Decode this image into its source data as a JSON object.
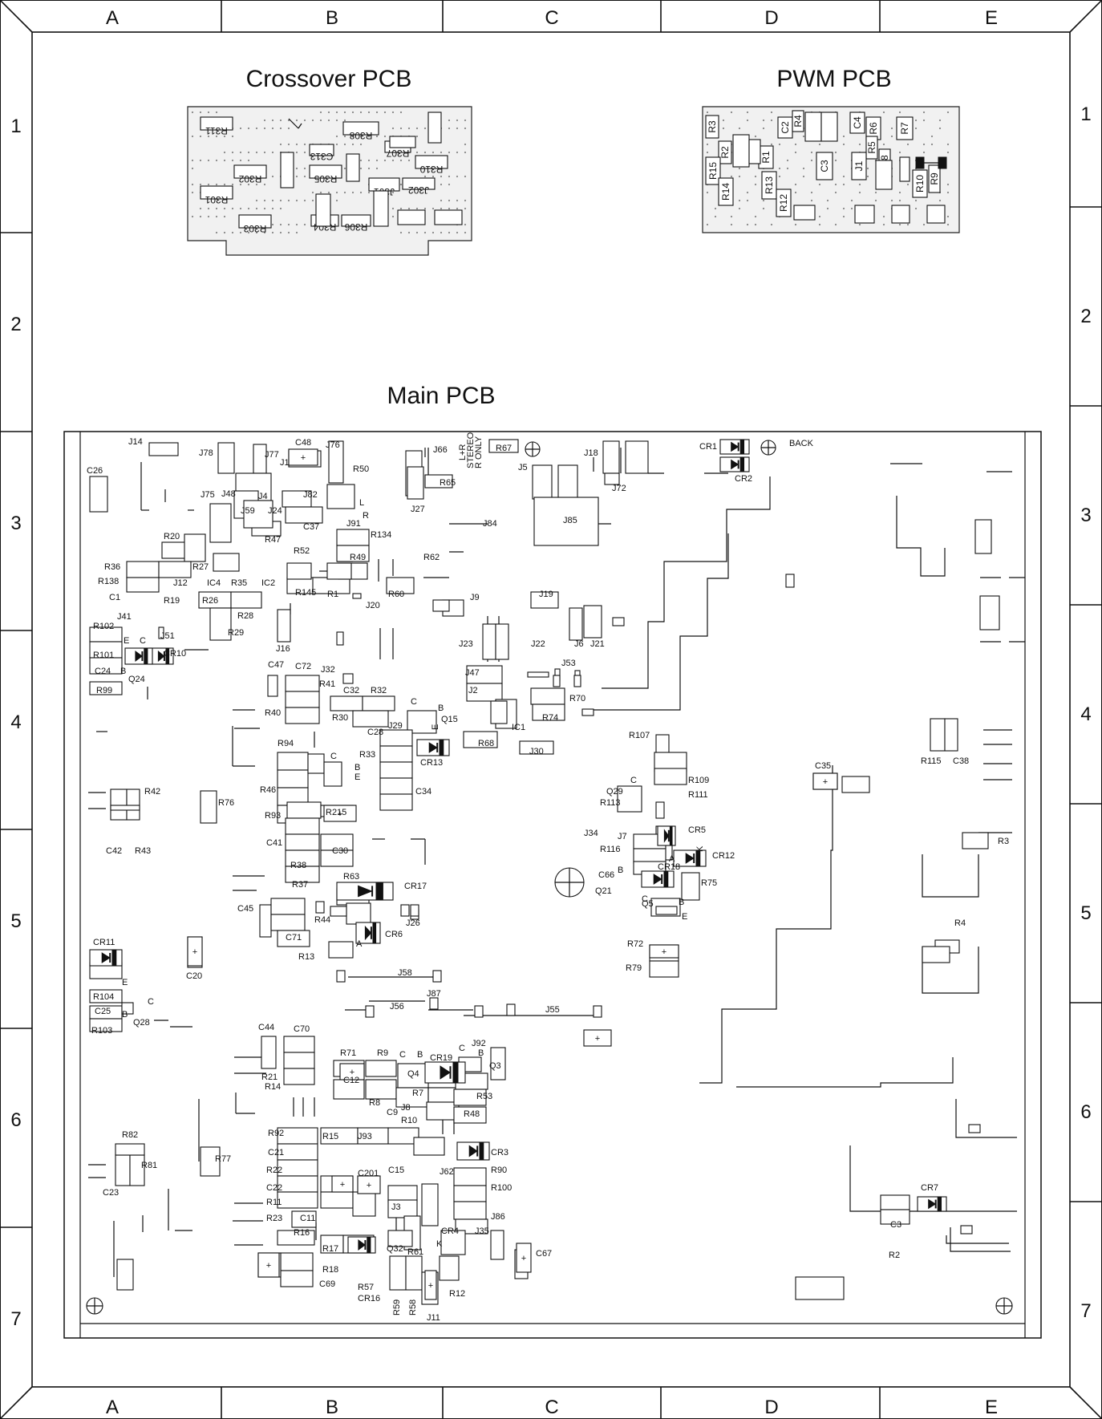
{
  "grid": {
    "columns": [
      "A",
      "B",
      "C",
      "D",
      "E"
    ],
    "rows": [
      "1",
      "2",
      "3",
      "4",
      "5",
      "6",
      "7"
    ]
  },
  "titles": {
    "crossover": "Crossover PCB",
    "pwm": "PWM PCB",
    "main": "Main PCB"
  },
  "crossover_parts": [
    "R311",
    "R308",
    "C313",
    "R310",
    "R307",
    "R302",
    "R305",
    "J301",
    "J302",
    "R301",
    "R303",
    "R304",
    "R306"
  ],
  "pwm_parts": [
    "R3",
    "R2",
    "C2",
    "R4",
    "C4",
    "R6",
    "R7",
    "R1",
    "R5",
    "R15",
    "C3",
    "J1",
    "R8",
    "R14",
    "R13",
    "R12",
    "R10",
    "R9"
  ],
  "main_parts": [
    {
      "ref": "J14"
    },
    {
      "ref": "C26"
    },
    {
      "ref": "J78"
    },
    {
      "ref": "J77"
    },
    {
      "ref": "C48"
    },
    {
      "ref": "J76"
    },
    {
      "ref": "J1"
    },
    {
      "ref": "R50"
    },
    {
      "ref": "J66"
    },
    {
      "ref": "L+R"
    },
    {
      "ref": "STEREO"
    },
    {
      "ref": "R ONLY"
    },
    {
      "ref": "R67"
    },
    {
      "ref": "J18"
    },
    {
      "ref": "CR1"
    },
    {
      "ref": "BACK"
    },
    {
      "ref": "J5"
    },
    {
      "ref": "R65"
    },
    {
      "ref": "J72"
    },
    {
      "ref": "CR2"
    },
    {
      "ref": "J75"
    },
    {
      "ref": "J48"
    },
    {
      "ref": "J4"
    },
    {
      "ref": "J82"
    },
    {
      "ref": "J59"
    },
    {
      "ref": "J24"
    },
    {
      "ref": "J27"
    },
    {
      "ref": "L"
    },
    {
      "ref": "R"
    },
    {
      "ref": "C37"
    },
    {
      "ref": "J91"
    },
    {
      "ref": "J84"
    },
    {
      "ref": "J85"
    },
    {
      "ref": "R47"
    },
    {
      "ref": "R134"
    },
    {
      "ref": "R20"
    },
    {
      "ref": "R52"
    },
    {
      "ref": "R62"
    },
    {
      "ref": "R36"
    },
    {
      "ref": "R27"
    },
    {
      "ref": "R49"
    },
    {
      "ref": "R138"
    },
    {
      "ref": "J12"
    },
    {
      "ref": "IC4"
    },
    {
      "ref": "R35"
    },
    {
      "ref": "IC2"
    },
    {
      "ref": "C1"
    },
    {
      "ref": "R19"
    },
    {
      "ref": "R26"
    },
    {
      "ref": "R145"
    },
    {
      "ref": "R1"
    },
    {
      "ref": "R60"
    },
    {
      "ref": "J9"
    },
    {
      "ref": "J19"
    },
    {
      "ref": "J20"
    },
    {
      "ref": "R28"
    },
    {
      "ref": "J41"
    },
    {
      "ref": "R29"
    },
    {
      "ref": "J16"
    },
    {
      "ref": "J23"
    },
    {
      "ref": "J22"
    },
    {
      "ref": "J6"
    },
    {
      "ref": "J21"
    },
    {
      "ref": "R102"
    },
    {
      "ref": "E"
    },
    {
      "ref": "C"
    },
    {
      "ref": "J51"
    },
    {
      "ref": "R101"
    },
    {
      "ref": "CR10"
    },
    {
      "ref": "C24"
    },
    {
      "ref": "B"
    },
    {
      "ref": "Q24"
    },
    {
      "ref": "R99"
    },
    {
      "ref": "C47"
    },
    {
      "ref": "C72"
    },
    {
      "ref": "J32"
    },
    {
      "ref": "R41"
    },
    {
      "ref": "J53"
    },
    {
      "ref": "J47"
    },
    {
      "ref": "J2"
    },
    {
      "ref": "C32"
    },
    {
      "ref": "R32"
    },
    {
      "ref": "R70"
    },
    {
      "ref": "R40"
    },
    {
      "ref": "R30"
    },
    {
      "ref": "J29"
    },
    {
      "ref": "Q15"
    },
    {
      "ref": "C28"
    },
    {
      "ref": "R74"
    },
    {
      "ref": "IC1"
    },
    {
      "ref": "R94"
    },
    {
      "ref": "R33"
    },
    {
      "ref": "CR13"
    },
    {
      "ref": "R68"
    },
    {
      "ref": "J30"
    },
    {
      "ref": "R107"
    },
    {
      "ref": "R115"
    },
    {
      "ref": "C38"
    },
    {
      "ref": "R46"
    },
    {
      "ref": "C34"
    },
    {
      "ref": "Q29"
    },
    {
      "ref": "R109"
    },
    {
      "ref": "R113"
    },
    {
      "ref": "R111"
    },
    {
      "ref": "C35"
    },
    {
      "ref": "R42"
    },
    {
      "ref": "R76"
    },
    {
      "ref": "R93"
    },
    {
      "ref": "R215"
    },
    {
      "ref": "J34"
    },
    {
      "ref": "J7"
    },
    {
      "ref": "CR5"
    },
    {
      "ref": "C42"
    },
    {
      "ref": "R43"
    },
    {
      "ref": "C41"
    },
    {
      "ref": "C30"
    },
    {
      "ref": "R116"
    },
    {
      "ref": "CR12"
    },
    {
      "ref": "R3"
    },
    {
      "ref": "R38"
    },
    {
      "ref": "CR18"
    },
    {
      "ref": "C66"
    },
    {
      "ref": "K"
    },
    {
      "ref": "R75"
    },
    {
      "ref": "R37"
    },
    {
      "ref": "R63"
    },
    {
      "ref": "CR17"
    },
    {
      "ref": "Q21"
    },
    {
      "ref": "Q5"
    },
    {
      "ref": "C45"
    },
    {
      "ref": "J26"
    },
    {
      "ref": "R44"
    },
    {
      "ref": "R4"
    },
    {
      "ref": "C71"
    },
    {
      "ref": "CR6"
    },
    {
      "ref": "A"
    },
    {
      "ref": "R72"
    },
    {
      "ref": "CR11"
    },
    {
      "ref": "R13"
    },
    {
      "ref": "C20"
    },
    {
      "ref": "R79"
    },
    {
      "ref": "J58"
    },
    {
      "ref": "R104"
    },
    {
      "ref": "J87"
    },
    {
      "ref": "C25"
    },
    {
      "ref": "J56"
    },
    {
      "ref": "J55"
    },
    {
      "ref": "Q28"
    },
    {
      "ref": "R103"
    },
    {
      "ref": "C44"
    },
    {
      "ref": "C70"
    },
    {
      "ref": "J92"
    },
    {
      "ref": "R71"
    },
    {
      "ref": "R9"
    },
    {
      "ref": "CR19"
    },
    {
      "ref": "R21"
    },
    {
      "ref": "C12"
    },
    {
      "ref": "Q4"
    },
    {
      "ref": "Q3"
    },
    {
      "ref": "R14"
    },
    {
      "ref": "R7"
    },
    {
      "ref": "R53"
    },
    {
      "ref": "R8"
    },
    {
      "ref": "C9"
    },
    {
      "ref": "J8"
    },
    {
      "ref": "R48"
    },
    {
      "ref": "R10"
    },
    {
      "ref": "R92"
    },
    {
      "ref": "R15"
    },
    {
      "ref": "J93"
    },
    {
      "ref": "R82"
    },
    {
      "ref": "C21"
    },
    {
      "ref": "CR3"
    },
    {
      "ref": "R77"
    },
    {
      "ref": "R81"
    },
    {
      "ref": "R22"
    },
    {
      "ref": "C201"
    },
    {
      "ref": "C15"
    },
    {
      "ref": "J62"
    },
    {
      "ref": "R90"
    },
    {
      "ref": "C23"
    },
    {
      "ref": "C22"
    },
    {
      "ref": "R100"
    },
    {
      "ref": "R11"
    },
    {
      "ref": "J3"
    },
    {
      "ref": "CR7"
    },
    {
      "ref": "R23"
    },
    {
      "ref": "C11"
    },
    {
      "ref": "J86"
    },
    {
      "ref": "R16"
    },
    {
      "ref": "CR4"
    },
    {
      "ref": "J35"
    },
    {
      "ref": "C3"
    },
    {
      "ref": "R17"
    },
    {
      "ref": "Q32"
    },
    {
      "ref": "R61"
    },
    {
      "ref": "C67"
    },
    {
      "ref": "R2"
    },
    {
      "ref": "R18"
    },
    {
      "ref": "C69"
    },
    {
      "ref": "R12"
    },
    {
      "ref": "R57"
    },
    {
      "ref": "CR16"
    },
    {
      "ref": "R59"
    },
    {
      "ref": "R58"
    },
    {
      "ref": "J11"
    }
  ]
}
